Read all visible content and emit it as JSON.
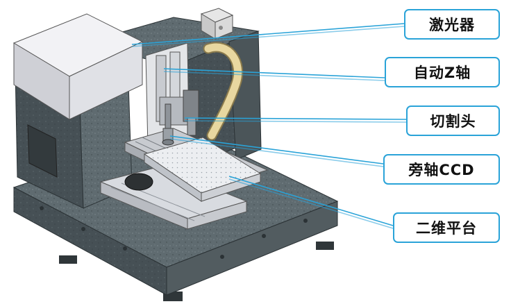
{
  "callouts": {
    "laser": "激光器",
    "auto_z_axis": "自动Z轴",
    "cutting_head": "切割头",
    "side_ccd": "旁轴CCD",
    "xy_stage": "二维平台"
  },
  "colors": {
    "leader_line": "#2aa3d8",
    "callout_border": "#2aa3d8",
    "granite": "#5f6b70",
    "granite_dark": "#444e52",
    "laser_housing": "#e6e6ea",
    "flex_tube": "#e8d7a0",
    "stage_plate": "#e4e6ea"
  },
  "icons": [
    "laser-source-icon",
    "granite-machine-base",
    "gantry-bridge",
    "cutting-head",
    "xy-stage"
  ]
}
